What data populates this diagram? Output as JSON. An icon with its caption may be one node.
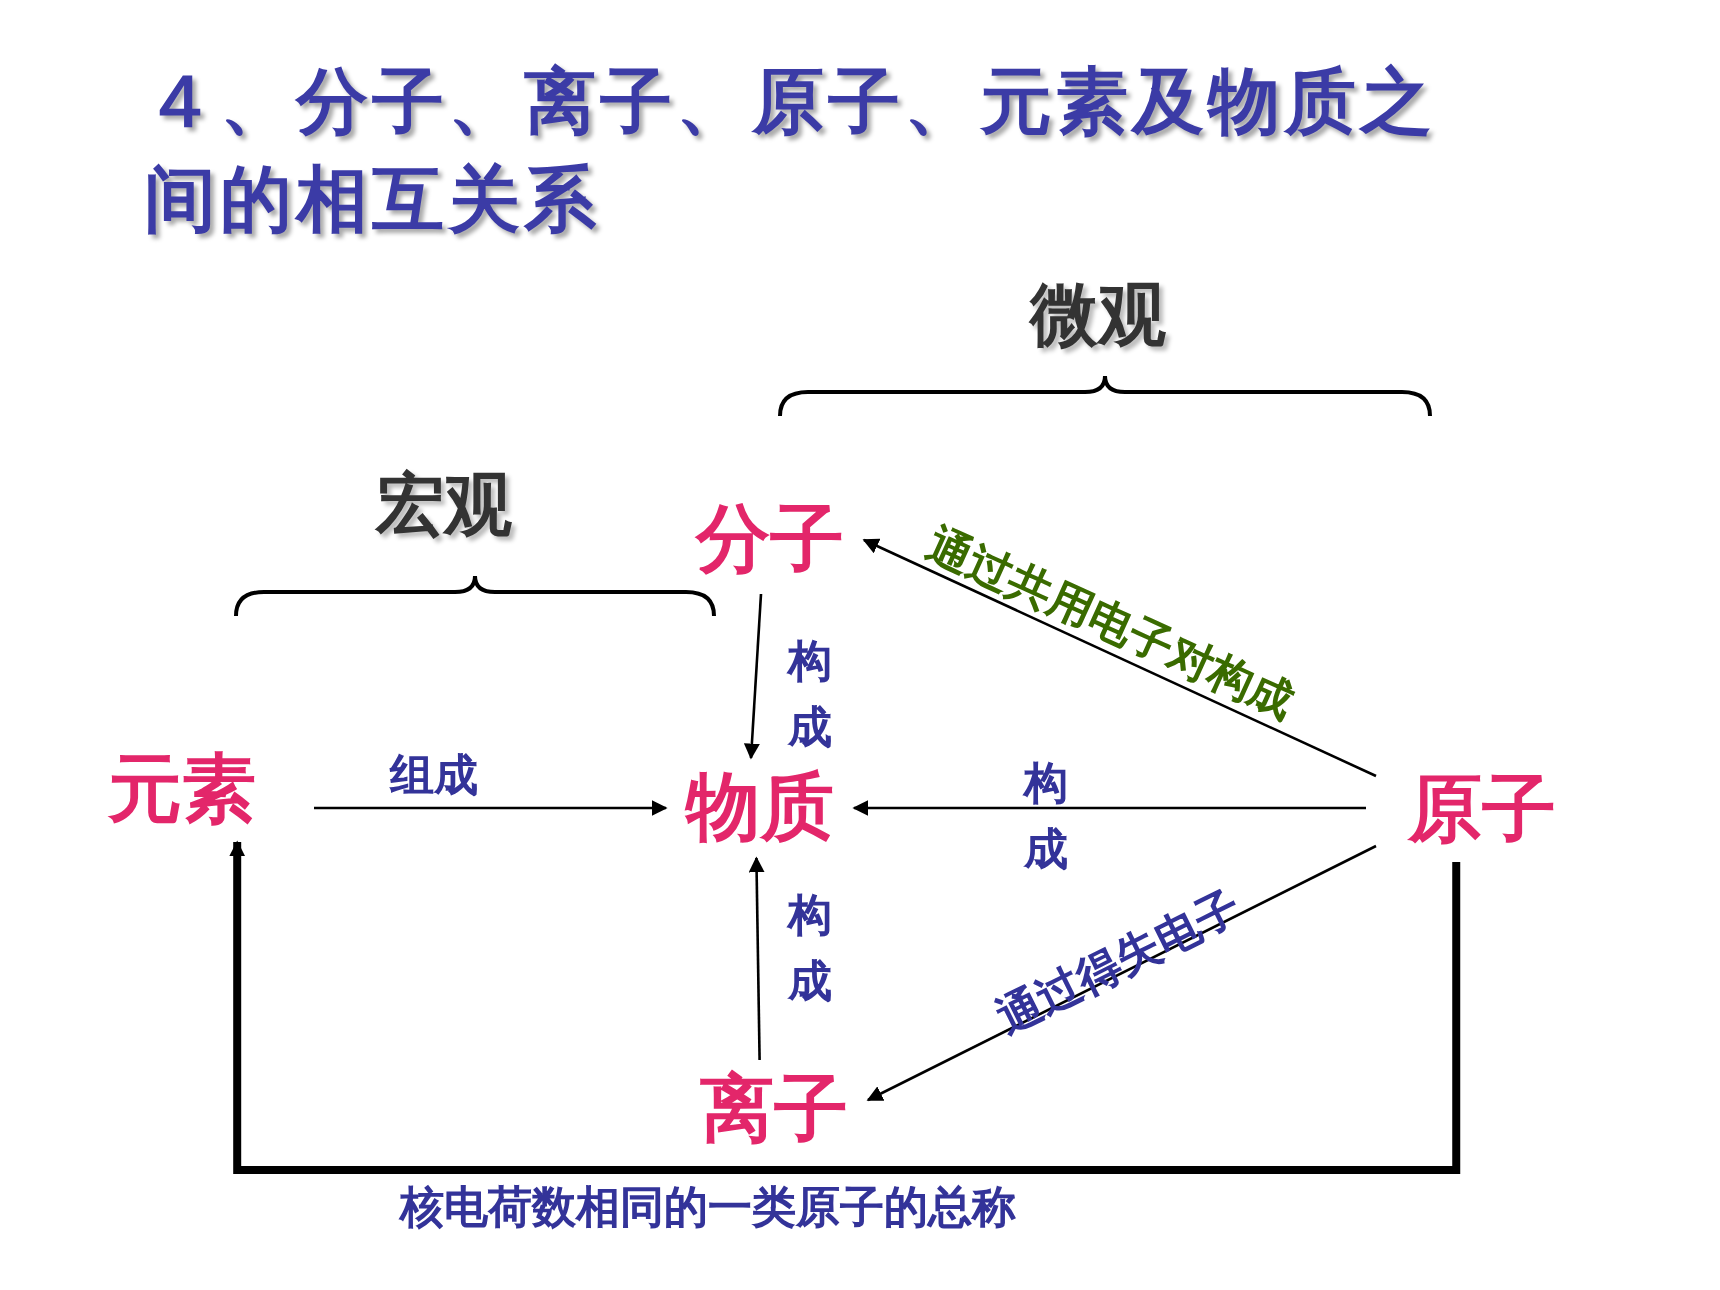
{
  "diagram": {
    "title": "４、分子、离子、原子、元素及物质之间的相互关系",
    "nodes": [
      {
        "text": [
          "元素"
        ]
      },
      {
        "text": [
          "分子"
        ]
      },
      {
        "text": [
          "物质"
        ]
      },
      {
        "text": [
          "原子"
        ]
      },
      {
        "text": [
          "离子"
        ]
      }
    ],
    "edges": [
      {
        "from": 0,
        "to": 2,
        "arrow": "to",
        "label": "组成"
      },
      {
        "from": 1,
        "to": 2,
        "arrow": "to",
        "label": "构成"
      },
      {
        "from": 4,
        "to": 2,
        "arrow": "to",
        "label": "构成"
      },
      {
        "from": 3,
        "to": 2,
        "arrow": "to",
        "label": "构成"
      },
      {
        "from": 3,
        "to": 1,
        "arrow": "to",
        "label": "通过共用电子对构成"
      },
      {
        "from": 3,
        "to": 4,
        "arrow": "to",
        "label": "通过得失电子"
      },
      {
        "from": 3,
        "to": 0,
        "arrow": "to",
        "label": "核电荷数相同的一类原子的总称",
        "style": "thick"
      }
    ],
    "labels": [
      "微观",
      "宏观"
    ]
  }
}
